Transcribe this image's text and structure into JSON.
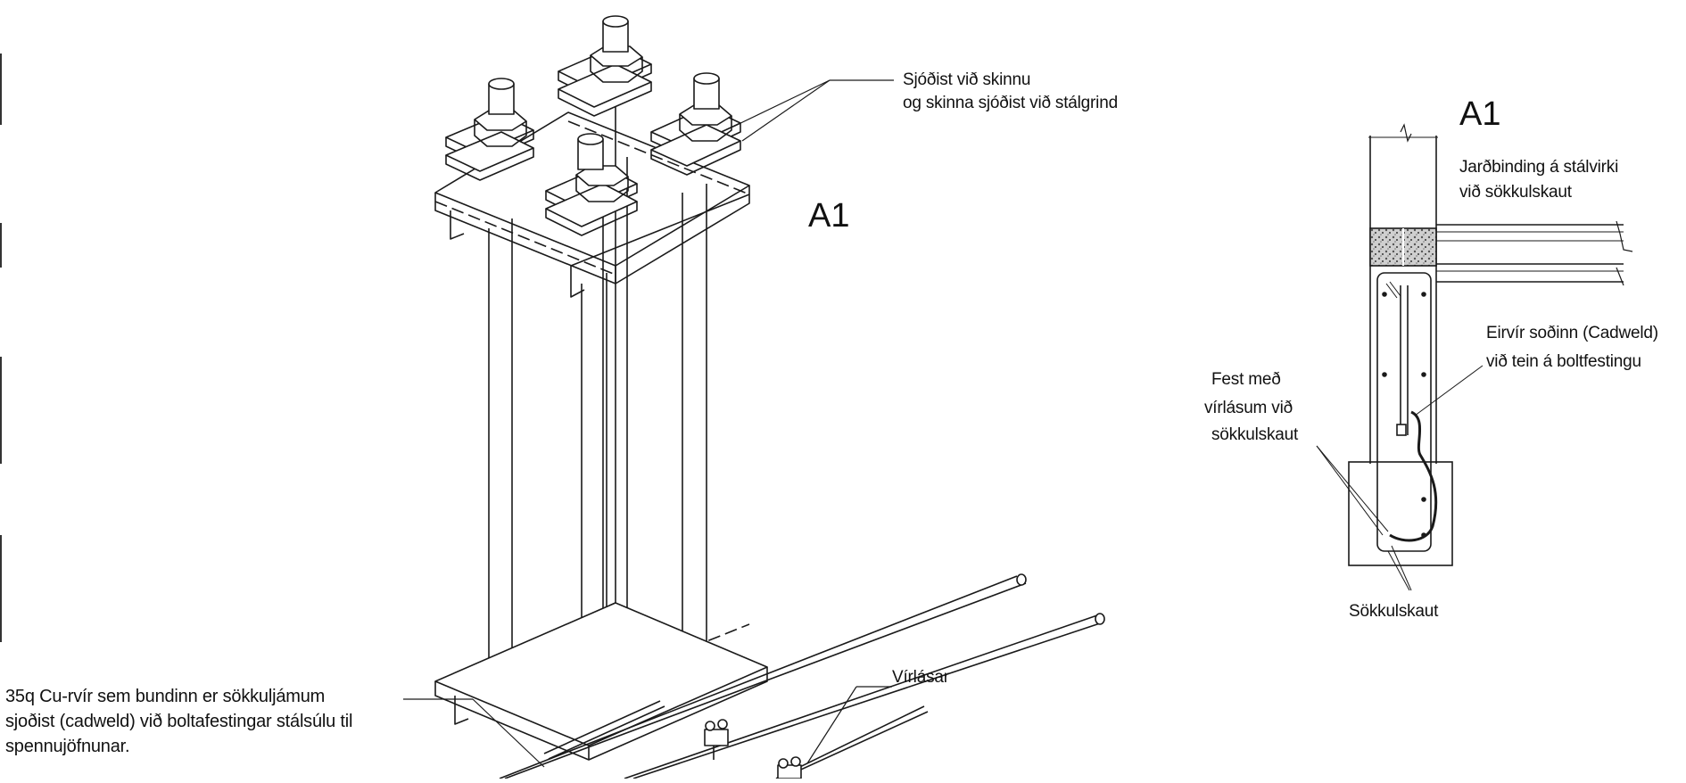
{
  "labels": {
    "weld_note_1": "Sjóðist við skinnu",
    "weld_note_2": "og skinna sjóðist við stálgrind",
    "a1_main": "A1",
    "a1_detail": "A1",
    "earthing_1": "Jarðbinding á stálvirki",
    "earthing_2": "við sökkulskaut",
    "copper_wire_1": "Eirvír soðinn (Cadweld)",
    "copper_wire_2": "við tein á boltfestingu",
    "fastened_1": "Fest með",
    "fastened_2": "vírlásum við",
    "fastened_3": "sökkulskaut",
    "foundation_electrode": "Sökkulskaut",
    "wire_clamps": "Vírlásar",
    "cu_wire_1": "35q Cu-rvír  sem bundinn er sökkuljámum",
    "cu_wire_2": "sjoðist (cadweld) við boltafestingar stálsúlu til",
    "cu_wire_3": "spennujöfnunar."
  },
  "colors": {
    "line": "#1a1a1a",
    "concrete_fill": "#bdbdbd",
    "background": "#ffffff"
  }
}
